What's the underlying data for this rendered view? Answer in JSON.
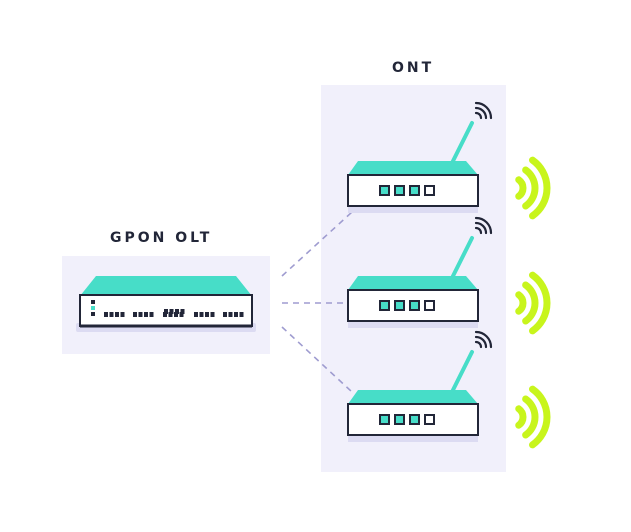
{
  "labels": {
    "olt": "GPON OLT",
    "ont": "ONT"
  },
  "colors": {
    "panel_bg": "#f1f0fb",
    "device_top": "#47ddc8",
    "device_outline": "#222638",
    "port_fill": "#47ddc8",
    "wifi_waves": "#c8f51c",
    "link_dash": "#9f9cd0"
  },
  "olt": {
    "status_led_count": 3,
    "port_group_count": 6
  },
  "onts": [
    {
      "ports": 4,
      "antenna": true,
      "wifi_arcs": 3
    },
    {
      "ports": 4,
      "antenna": true,
      "wifi_arcs": 3
    },
    {
      "ports": 4,
      "antenna": true,
      "wifi_arcs": 3
    }
  ]
}
